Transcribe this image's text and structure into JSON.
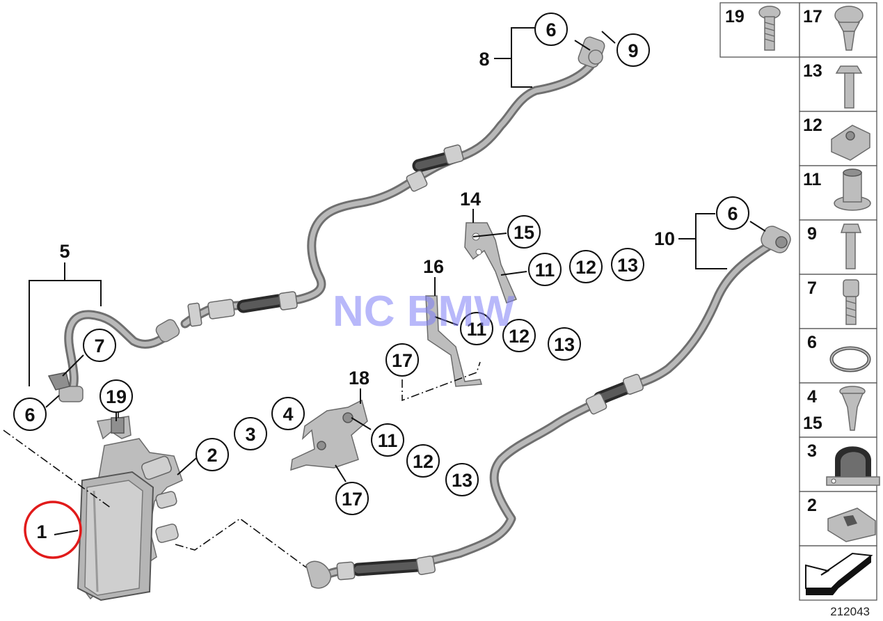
{
  "diagram": {
    "watermark": "NC BMW",
    "reference_number": "212043",
    "callouts": [
      {
        "label": "6"
      },
      {
        "label": "9"
      },
      {
        "label": "8"
      },
      {
        "label": "14"
      },
      {
        "label": "15"
      },
      {
        "label": "11"
      },
      {
        "label": "12"
      },
      {
        "label": "13"
      },
      {
        "label": "6"
      },
      {
        "label": "10"
      },
      {
        "label": "16"
      },
      {
        "label": "11"
      },
      {
        "label": "12"
      },
      {
        "label": "13"
      },
      {
        "label": "5"
      },
      {
        "label": "7"
      },
      {
        "label": "17"
      },
      {
        "label": "6"
      },
      {
        "label": "19"
      },
      {
        "label": "18"
      },
      {
        "label": "2"
      },
      {
        "label": "3"
      },
      {
        "label": "4"
      },
      {
        "label": "11"
      },
      {
        "label": "12"
      },
      {
        "label": "13"
      },
      {
        "label": "17"
      },
      {
        "label": "1"
      }
    ],
    "highlighted_part": "1",
    "highlight_color": "#e11b1b",
    "hose_color": "#8a8a8a",
    "sidebar": [
      {
        "label": "19",
        "icon": "torx-bolt-icon"
      },
      {
        "label": "17",
        "icon": "torx-screw-icon"
      },
      {
        "label": "13",
        "icon": "hex-bolt-icon"
      },
      {
        "label": "12",
        "icon": "spring-nut-icon"
      },
      {
        "label": "11",
        "icon": "bushing-icon"
      },
      {
        "label": "9",
        "icon": "hex-bolt-icon"
      },
      {
        "label": "7",
        "icon": "socket-bolt-icon"
      },
      {
        "label": "6",
        "icon": "o-ring-icon"
      },
      {
        "label": "4",
        "icon": "self-tapping-screw-icon"
      },
      {
        "label": "15",
        "icon": "self-tapping-screw-icon"
      },
      {
        "label": "3",
        "icon": "hose-clamp-icon"
      },
      {
        "label": "2",
        "icon": "clip-nut-icon"
      },
      {
        "label": "",
        "icon": "direction-arrow-icon"
      }
    ]
  }
}
